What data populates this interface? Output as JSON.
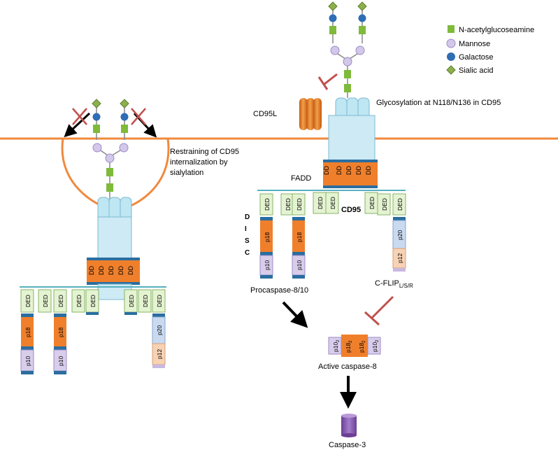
{
  "legend": {
    "items": [
      {
        "label": "N-acetylglucoseamine",
        "color": "#7fba3a",
        "shape": "square"
      },
      {
        "label": "Mannose",
        "color": "#d3c8ea",
        "shape": "circle"
      },
      {
        "label": "Galactose",
        "color": "#2f6db5",
        "shape": "circle"
      },
      {
        "label": "Sialic acid",
        "color": "#8cb04b",
        "shape": "diamond"
      }
    ]
  },
  "labels": {
    "cd95l": "CD95L",
    "glycosylation": "Glycosylation at N118/N136  in CD95",
    "restraining": [
      "Restraining of CD95",
      "internalization by",
      "sialylation"
    ],
    "fadd": "FADD",
    "cd95": "CD95",
    "disc": [
      "D",
      "I",
      "S",
      "C"
    ],
    "procaspase": "Procaspase-8/10",
    "cflip_main": "C-FLIP",
    "cflip_sub": "L/S/R",
    "active_caspase": "Active caspase-8",
    "caspase3": "Caspase-3"
  },
  "domains": {
    "dd": "DD",
    "ded": "DED",
    "p18": "p18",
    "p10": "p10",
    "p20": "p20",
    "p12": "p12",
    "sub2": "2"
  },
  "colors": {
    "membrane": "#f0893e",
    "receptor": "#bfe6f3",
    "receptor_stroke": "#7cb9d1",
    "dd_fill": "#f07f2c",
    "ded_fill": "#e4f3d1",
    "ded_stroke": "#8ab36a",
    "p18_fill": "#f07f2c",
    "p10_fill": "#d8cdeb",
    "p20_fill": "#c9daf0",
    "p12_fill": "#f7d2b4",
    "cap": "#2a6ea0",
    "inhibit": "#c0504d",
    "arrow": "#000000",
    "caspase3": "#8a5db3"
  }
}
